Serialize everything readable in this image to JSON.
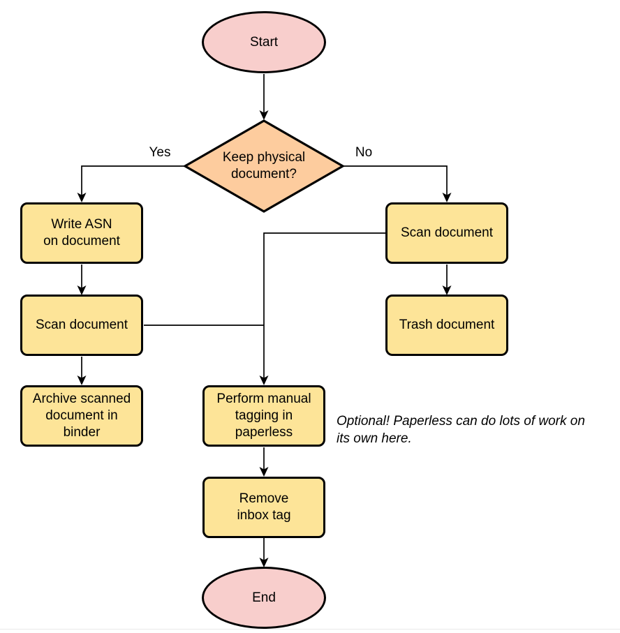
{
  "diagram": {
    "nodes": {
      "start": {
        "label": "Start",
        "shape": "ellipse"
      },
      "decision": {
        "label": "Keep physical\ndocument?",
        "shape": "diamond"
      },
      "write_asn": {
        "label": "Write ASN\non document",
        "shape": "rect"
      },
      "scan_left": {
        "label": "Scan document",
        "shape": "rect"
      },
      "archive": {
        "label": "Archive scanned\ndocument in\nbinder",
        "shape": "rect"
      },
      "scan_right": {
        "label": "Scan document",
        "shape": "rect"
      },
      "trash": {
        "label": "Trash document",
        "shape": "rect"
      },
      "tagging": {
        "label": "Perform manual\ntagging in\npaperless",
        "shape": "rect"
      },
      "remove_inbox": {
        "label": "Remove\ninbox tag",
        "shape": "rect"
      },
      "end": {
        "label": "End",
        "shape": "ellipse"
      }
    },
    "edge_labels": {
      "yes": "Yes",
      "no": "No"
    },
    "annotation": "Optional! Paperless can do lots of work on\nits own here.",
    "colors": {
      "terminal_fill": "#F8CECC",
      "decision_fill": "#FDCC9E",
      "process_fill": "#FDE498",
      "stroke": "#000000"
    }
  }
}
